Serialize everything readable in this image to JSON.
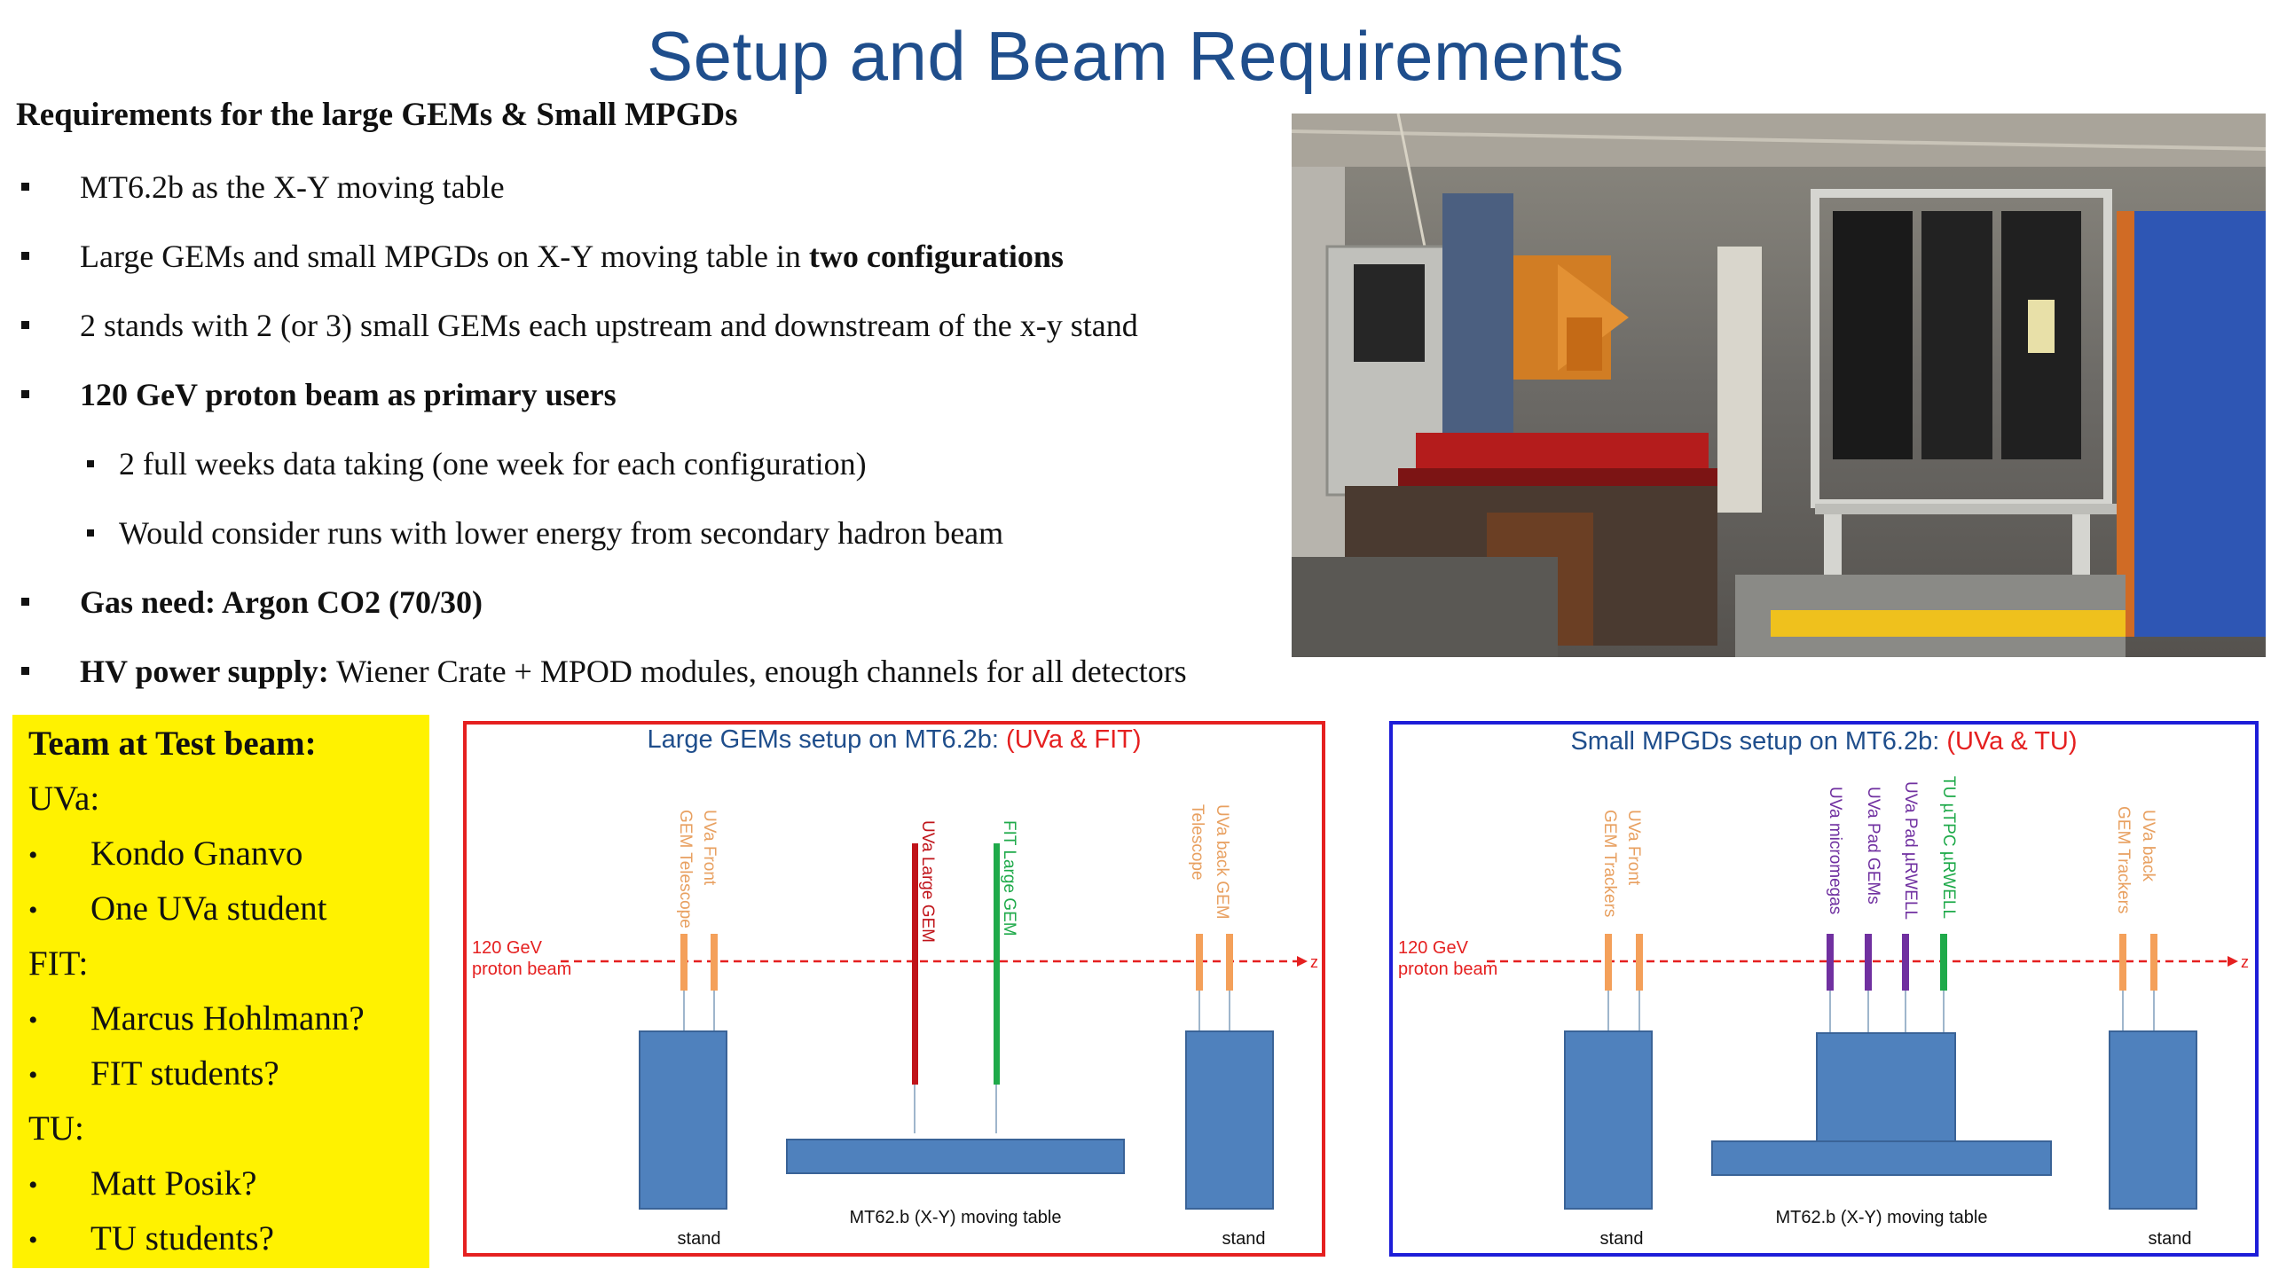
{
  "title": "Setup and Beam Requirements",
  "requirements": {
    "heading": "Requirements for the large GEMs & Small MPGDs",
    "b1": "MT6.2b as the X-Y moving table",
    "b2_pre": "Large GEMs  and small MPGDs on X-Y moving table in ",
    "b2_bold": "two configurations",
    "b3": "2 stands with 2 (or 3) small GEMs each upstream and downstream of the x-y stand",
    "b4": "120 GeV proton beam as primary users",
    "b4_sub1": "2 full weeks data taking (one week for each configuration)",
    "b4_sub2": "Would consider runs with lower energy from secondary hadron beam",
    "b5": "Gas need: Argon CO2 (70/30)",
    "b6_bold": "HV power supply:",
    "b6_rest": " Wiener Crate + MPOD modules, enough channels for all detectors"
  },
  "team": {
    "heading": "Team at Test beam:",
    "uva": "UVa:",
    "uva_1": "Kondo Gnanvo",
    "uva_2": "One UVa student",
    "fit": "FIT:",
    "fit_1": "Marcus Hohlmann?",
    "fit_2": "FIT students?",
    "tu": "TU:",
    "tu_1": "Matt Posik?",
    "tu_2": "TU students?",
    "bullet": "•"
  },
  "large_setup": {
    "title": "Large GEMs setup on MT6.2b: ",
    "title_red": "(UVa & FIT)",
    "beam_1": "120 GeV",
    "beam_2": "proton beam",
    "z": "z",
    "front_1": "UVa Front",
    "front_2": "GEM Telescope",
    "uva_large": "UVa Large GEM",
    "fit_large": "FIT Large GEM",
    "back_1": "UVa back GEM",
    "back_2": "Telescope",
    "table": "MT62.b (X-Y) moving table",
    "stand": "stand",
    "border_color": "#e52020"
  },
  "small_setup": {
    "title": "Small MPGDs setup on MT6.2b: ",
    "title_red": "(UVa & TU)",
    "beam_1": "120 GeV",
    "beam_2": "proton beam",
    "z": "z",
    "front_1": "UVa Front",
    "front_2": "GEM Trackers",
    "micromegas": "UVa micromegas",
    "pad_gems": "UVa Pad GEMs",
    "pad_urwell": "UVa Pad µRWELL",
    "tu_urwell": "TU µTPC µRWELL",
    "back_1": "UVa back",
    "back_2": "GEM Trackers",
    "table": "MT62.b (X-Y) moving table",
    "stand": "stand",
    "border_color": "#1d1dd8"
  }
}
